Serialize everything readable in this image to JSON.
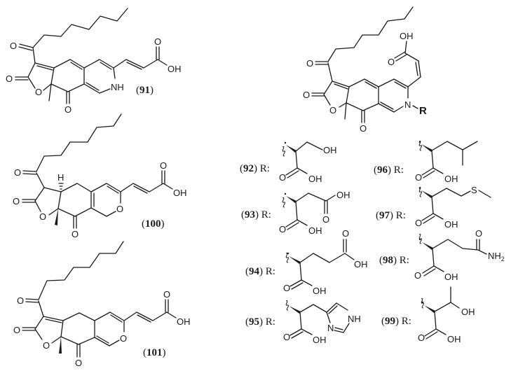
{
  "figure": {
    "type": "chemical-structure-panel",
    "compounds": [
      {
        "id": "91",
        "label": "(91)",
        "heteroatom": "NH",
        "acid": "OH",
        "ketone_o": "O",
        "lactone_o": "O"
      },
      {
        "id": "100",
        "label": "(100)",
        "ring_o": "O",
        "stereo_h": "H",
        "acid": "OH"
      },
      {
        "id": "101",
        "label": "(101)",
        "ring_o": "O",
        "acid": "OH"
      },
      {
        "id": "92-99-core",
        "n_label": "N",
        "r_label": "R",
        "acid": "OH"
      }
    ],
    "r_groups": [
      {
        "id": "92",
        "num": "92",
        "suffix": " R:",
        "side": "OH",
        "acid": "OH"
      },
      {
        "id": "93",
        "num": "93",
        "suffix": " R:",
        "side": "OH",
        "acid": "OH"
      },
      {
        "id": "94",
        "num": "94",
        "suffix": " R:",
        "side": "OH",
        "acid": "OH"
      },
      {
        "id": "95",
        "num": "95",
        "suffix": " R:",
        "side_n": "N",
        "side_nh": "NH",
        "acid": "OH"
      },
      {
        "id": "96",
        "num": "96",
        "suffix": " R:",
        "acid": "OH"
      },
      {
        "id": "97",
        "num": "97",
        "suffix": " R:",
        "side": "S",
        "acid": "OH"
      },
      {
        "id": "98",
        "num": "98",
        "suffix": " R:",
        "side": "NH",
        "side_sub": "2",
        "acid": "OH"
      },
      {
        "id": "99",
        "num": "99",
        "suffix": " R:",
        "side": "OH",
        "acid": "OH"
      }
    ],
    "atoms": {
      "O": "O",
      "OH": "OH",
      "NH": "NH",
      "N": "N",
      "H": "H",
      "S": "S"
    }
  }
}
